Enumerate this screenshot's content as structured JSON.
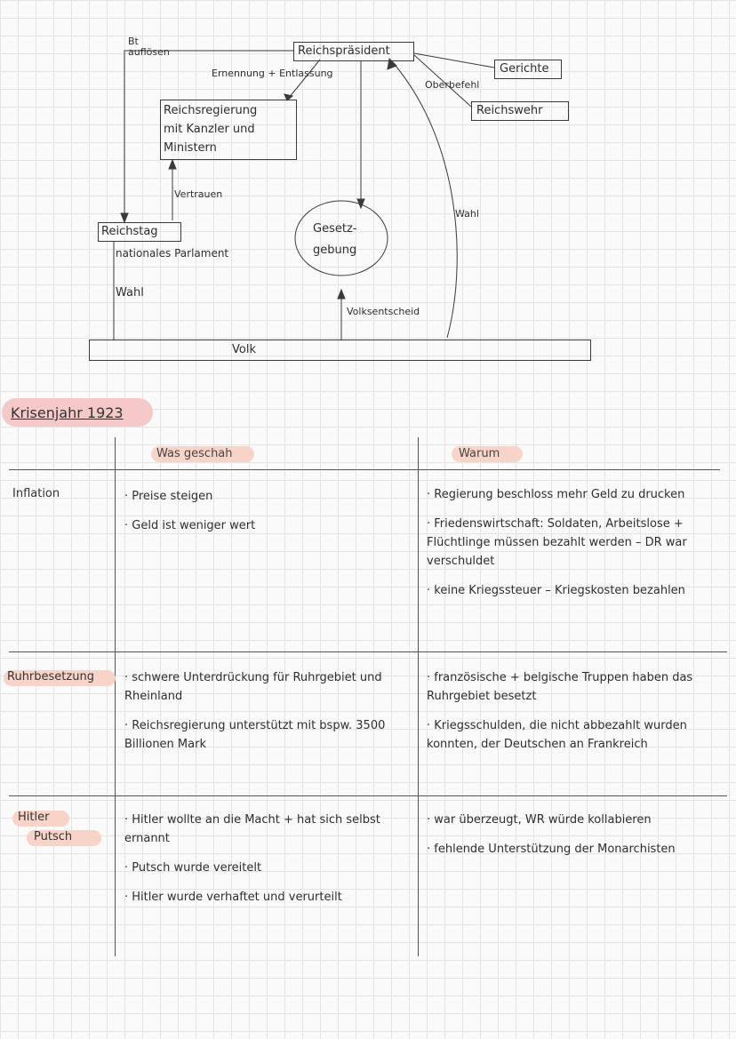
{
  "diagram": {
    "praesident": "Reichspräsident",
    "gerichte": "Gerichte",
    "reichswehr": "Reichswehr",
    "oberbefehl": "Oberbefehl",
    "bt_aufloesen_1": "Bt",
    "bt_aufloesen_2": "auflösen",
    "ernennung": "Ernennung + Entlassung",
    "regierung_lines": [
      "Reichsregierung",
      "mit Kanzler und",
      "Ministern"
    ],
    "vertrauen": "Vertrauen",
    "reichstag": "Reichstag",
    "nationales_parlament": "nationales Parlament",
    "gesetzgebung_lines": [
      "Gesetz-",
      "gebung"
    ],
    "wahl_left": "Wahl",
    "wahl_right": "Wahl",
    "volksentscheid": "Volksentscheid",
    "volk": "Volk"
  },
  "section_title": "Krisenjahr 1923",
  "table": {
    "col_headers": [
      "Was geschah",
      "Warum"
    ],
    "rows": [
      {
        "label": [
          "Inflation"
        ],
        "what": [
          "Preise steigen",
          "Geld ist weniger wert"
        ],
        "why": [
          "Regierung beschloss mehr Geld zu drucken",
          "Friedenswirtschaft: Soldaten, Arbeitslose + Flüchtlinge müssen bezahlt werden – DR war verschuldet",
          "keine Kriegssteuer – Kriegskosten bezahlen"
        ]
      },
      {
        "label": [
          "Ruhrbesetzung"
        ],
        "what": [
          "schwere Unterdrückung für Ruhrgebiet und Rheinland",
          "Reichsregierung unterstützt mit bspw. 3500 Billionen Mark"
        ],
        "why": [
          "französische + belgische Truppen haben das Ruhrgebiet besetzt",
          "Kriegsschulden, die nicht abbezahlt wurden konnten, der Deutschen an Frankreich"
        ]
      },
      {
        "label": [
          "Hitler",
          "Putsch"
        ],
        "what": [
          "Hitler wollte an die Macht + hat sich selbst ernannt",
          "Putsch wurde vereitelt",
          "Hitler wurde verhaftet und verurteilt"
        ],
        "why": [
          "war überzeugt, WR würde kollabieren",
          "fehlende Unterstützung der Monarchisten"
        ]
      }
    ]
  }
}
